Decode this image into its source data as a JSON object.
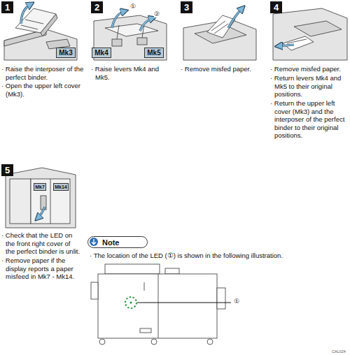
{
  "diagram": {
    "nodes": [
      {
        "text": [
          "1"
        ]
      },
      {
        "text": [
          "Mk3"
        ]
      },
      {
        "text": [
          "2"
        ]
      },
      {
        "text": [
          "Mk4"
        ]
      },
      {
        "text": [
          "Mk5"
        ]
      },
      {
        "text": [
          "3"
        ]
      },
      {
        "text": [
          "4"
        ]
      },
      {
        "text": [
          "5"
        ]
      },
      {
        "text": [
          "Mk7"
        ]
      },
      {
        "text": [
          "Mk14"
        ]
      },
      {
        "text": [
          "Note"
        ]
      }
    ],
    "labels": [
      "· Raise the interposer of the perfect binder.",
      "· Open the upper left cover (Mk3).",
      "①",
      "②",
      "· Raise levers Mk4 and Mk5.",
      "· Remove misfed paper.",
      "· Remove misfed paper.",
      "· Return levers Mk4 and Mk5 to their original positions.",
      "· Return the upper left cover (Mk3) and the interposer of the perfect binder to their original positions.",
      "· Check that the LED on the front right cover of the perfect binder is unlit.",
      "· Remove paper if the display reports a paper misfeed in Mk7 - Mk14.",
      "· The location of the LED (①) is shown in the following illustration.",
      "①",
      "CAL024"
    ]
  }
}
